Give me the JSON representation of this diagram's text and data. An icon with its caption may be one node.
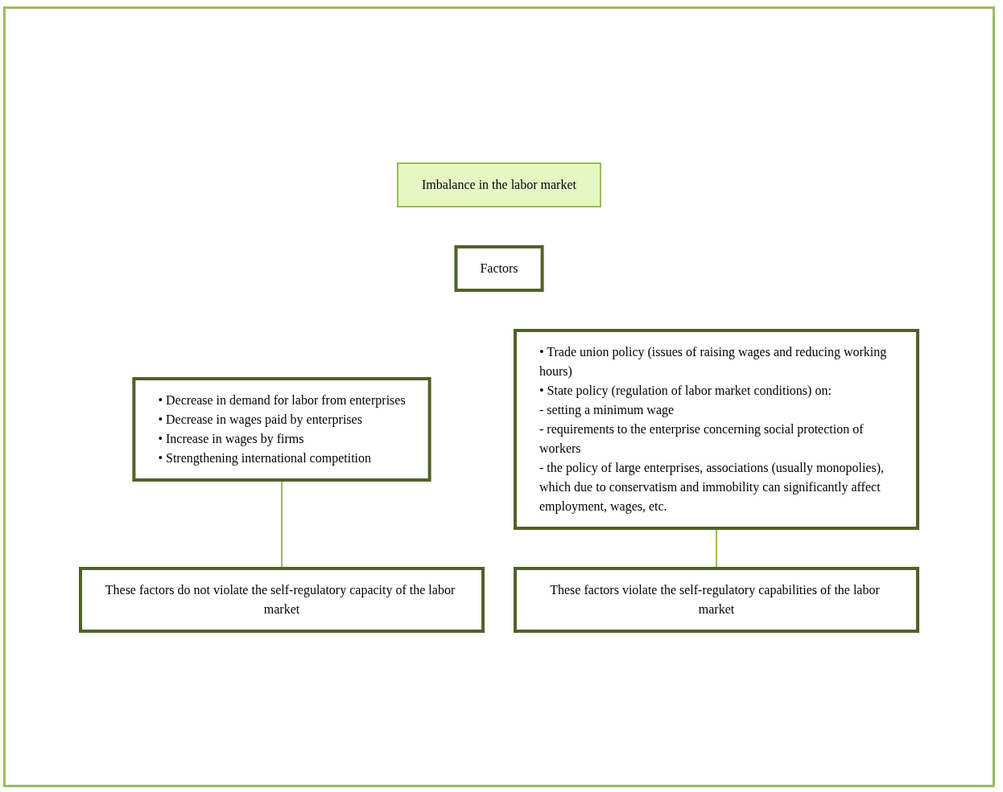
{
  "diagram": {
    "nodes": [
      {
        "text": [
          "Imbalance in the labor market"
        ]
      },
      {
        "text": [
          "Factors"
        ]
      },
      {
        "text": [
          "• Decrease in demand for labor from enterprises",
          "• Decrease in wages paid by enterprises",
          "• Increase in wages by firms",
          "• Strengthening international competition"
        ]
      },
      {
        "text": [
          "These factors do not violate the self-regulatory capacity of the labor market"
        ]
      },
      {
        "text": [
          "• Trade union policy (issues of raising wages and reducing working hours)",
          "• State policy (regulation of labor market conditions) on:",
          "- setting a minimum wage",
          "- requirements to the enterprise concerning social protection of workers",
          "- the policy of large enterprises, associations (usually monopolies), which due to conservatism and immobility can significantly affect employment, wages, etc."
        ]
      },
      {
        "text": [
          "These factors violate the self-regulatory capabilities of the labor market"
        ]
      }
    ],
    "edges": [
      {
        "from": 2,
        "to": 3,
        "arrow": "none"
      },
      {
        "from": 4,
        "to": 5,
        "arrow": "none"
      }
    ]
  }
}
